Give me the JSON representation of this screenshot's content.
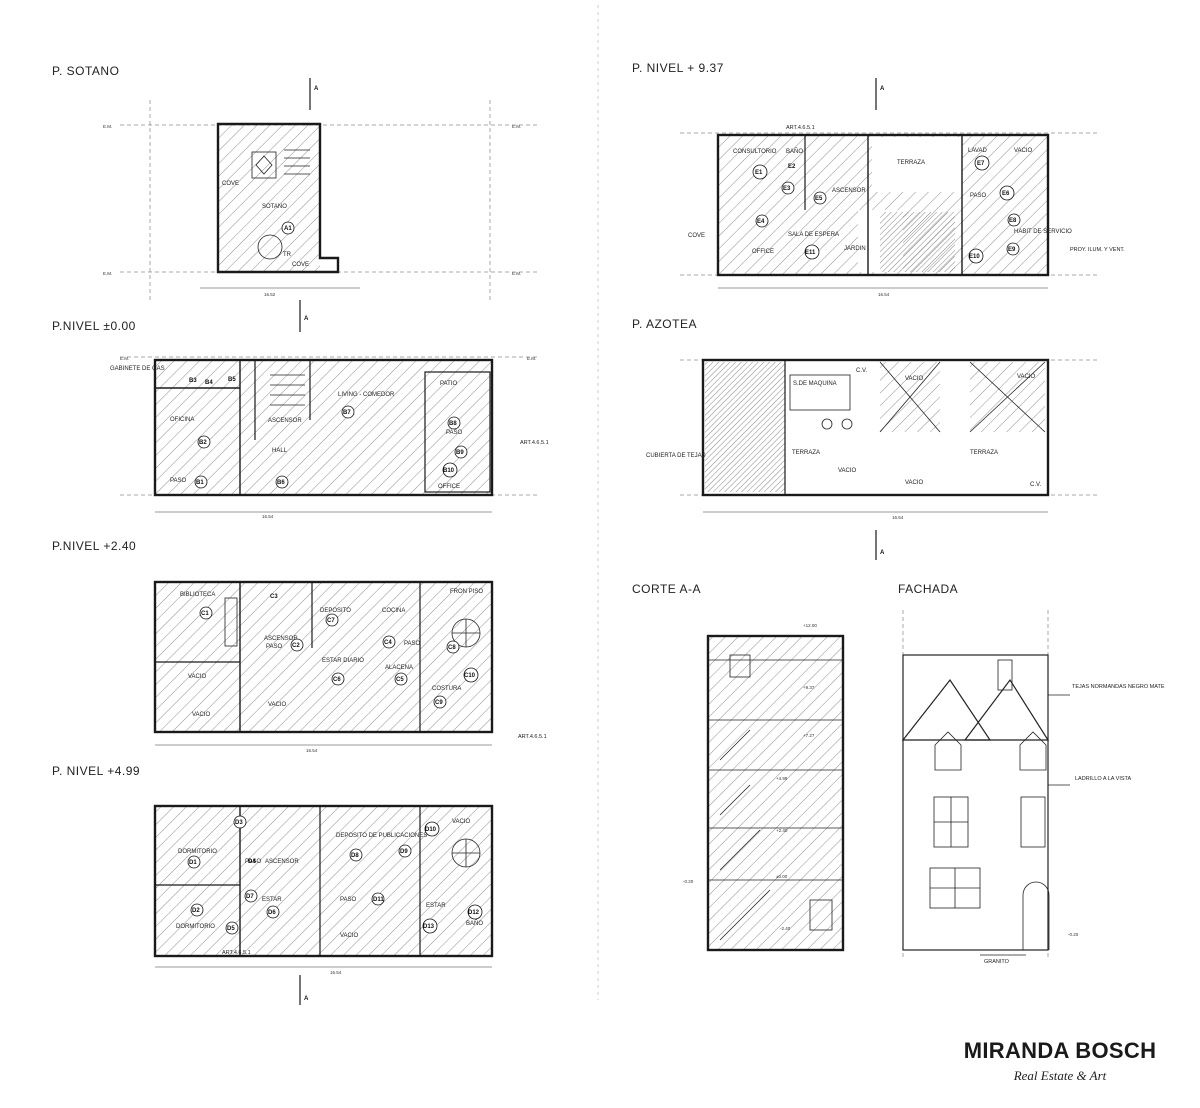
{
  "titles": {
    "sotano": "P. SOTANO",
    "nivel000": "P.NIVEL ±0.00",
    "nivel240": "P.NIVEL +2.40",
    "nivel499": "P. NIVEL +4.99",
    "nivel937": "P. NIVEL + 9.37",
    "azotea": "P. AZOTEA",
    "corte": "CORTE A-A",
    "fachada": "FACHADA"
  },
  "common": {
    "em": "E.M.",
    "art": "ART.4.6.5.1",
    "corte_mark": "A",
    "paso": "PASO",
    "vacio": "VACIO",
    "bano": "BAÑO",
    "ascensor": "ASCENSOR"
  },
  "sotano": {
    "cove": "COVE",
    "sotano": "SOTANO",
    "tr": "TR",
    "a1": "A1",
    "total": "16.52"
  },
  "n000": {
    "gabinete": "GABINETE DE GAS",
    "oficina": "OFICINA",
    "hall": "HALL",
    "living": "LIVING - COMEDOR",
    "patio": "PATIO",
    "office": "OFFICE",
    "codes": [
      "B1",
      "B2",
      "B3",
      "B4",
      "B5",
      "B6",
      "B7",
      "B8",
      "B9",
      "B10"
    ],
    "dim_total": "16.54"
  },
  "n240": {
    "biblioteca": "BIBLIOTECA",
    "deposito": "DEPOSITO",
    "cocina": "COCINA",
    "estar": "ESTAR DIARIO",
    "alacena": "ALACENA",
    "costura": "COSTURA",
    "fron": "FRON PISO",
    "codes": [
      "C1",
      "C2",
      "C3",
      "C4",
      "C5",
      "C6",
      "C7",
      "C8",
      "C9",
      "C10"
    ],
    "dim_total": "16.54"
  },
  "n499": {
    "dormitorio": "DORMITORIO",
    "estar": "ESTAR",
    "dep_pub": "DEPOSITO DE PUBLICACIONES",
    "codes": [
      "D1",
      "D2",
      "D3",
      "D4",
      "D5",
      "D6",
      "D7",
      "D8",
      "D9",
      "D10",
      "D11",
      "D12",
      "D13"
    ],
    "dim_total": "16.54"
  },
  "n937": {
    "consultorio": "CONSULTORIO",
    "terraza": "TERRAZA",
    "lavad": "LAVAD",
    "sala": "SALA DE ESPERA",
    "jardin": "JARDIN",
    "office": "OFFICE",
    "habit": "HABIT DE SERVICIO",
    "cove": "COVE",
    "proy": "PROY. ILUM. Y VENT.",
    "codes": [
      "E1",
      "E2",
      "E3",
      "E4",
      "E5",
      "E6",
      "E7",
      "E8",
      "E9",
      "E10",
      "E11"
    ],
    "dim_total": "16.54"
  },
  "azotea": {
    "sala_maq": "S.DE MAQUINA",
    "cubierta": "CUBIERTA DE TEJAS",
    "terraza": "TERRAZA",
    "cv": "C.V.",
    "dim_total": "16.54"
  },
  "corte": {
    "levels": [
      "+12.00",
      "+9.37",
      "+7.27",
      "+4.99",
      "+2.40",
      "±0.00",
      "-0.20",
      "-2.40"
    ]
  },
  "fachada": {
    "tejas": "TEJAS NORMANDAS NEGRO MATE",
    "ladrillo": "LADRILLO A LA VISTA",
    "granito": "GRANITO",
    "nivel": "-0.20"
  },
  "brand": {
    "name": "MIRANDA BOSCH",
    "tagline": "Real Estate & Art"
  }
}
